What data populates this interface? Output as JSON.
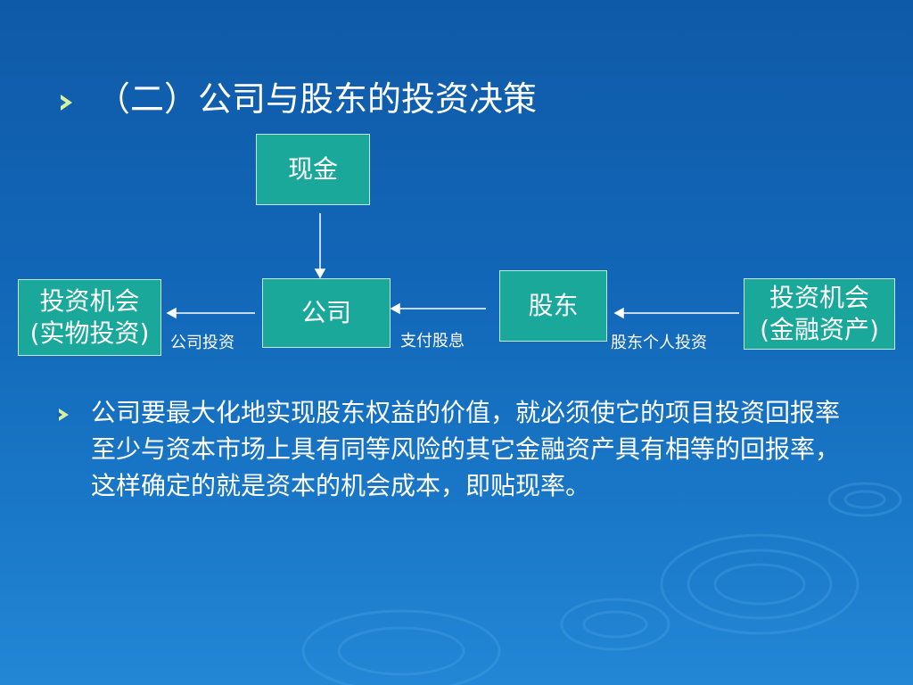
{
  "slide": {
    "title": "（二）公司与股东的投资决策",
    "body": "公司要最大化地实现股东权益的价值，就必须使它的项目投资回报率至少与资本市场上具有同等风险的其它金融资产具有相等的回报率，这样确定的就是资本的机会成本，即贴现率。"
  },
  "diagram": {
    "nodes": {
      "cash": "现金",
      "company": "公司",
      "shareholders": "股东",
      "opportunity_left_line1": "投资机会",
      "opportunity_left_line2": "(实物投资)",
      "opportunity_right_line1": "投资机会",
      "opportunity_right_line2": "(金融资产)"
    },
    "edges": {
      "company_to_left": "公司投资",
      "shareholders_to_company": "支付股息",
      "right_to_shareholders": "股东个人投资"
    }
  },
  "colors": {
    "background": "#1266b7",
    "box_fill": "#1aa89b",
    "bullet": "#d8f0a0"
  }
}
